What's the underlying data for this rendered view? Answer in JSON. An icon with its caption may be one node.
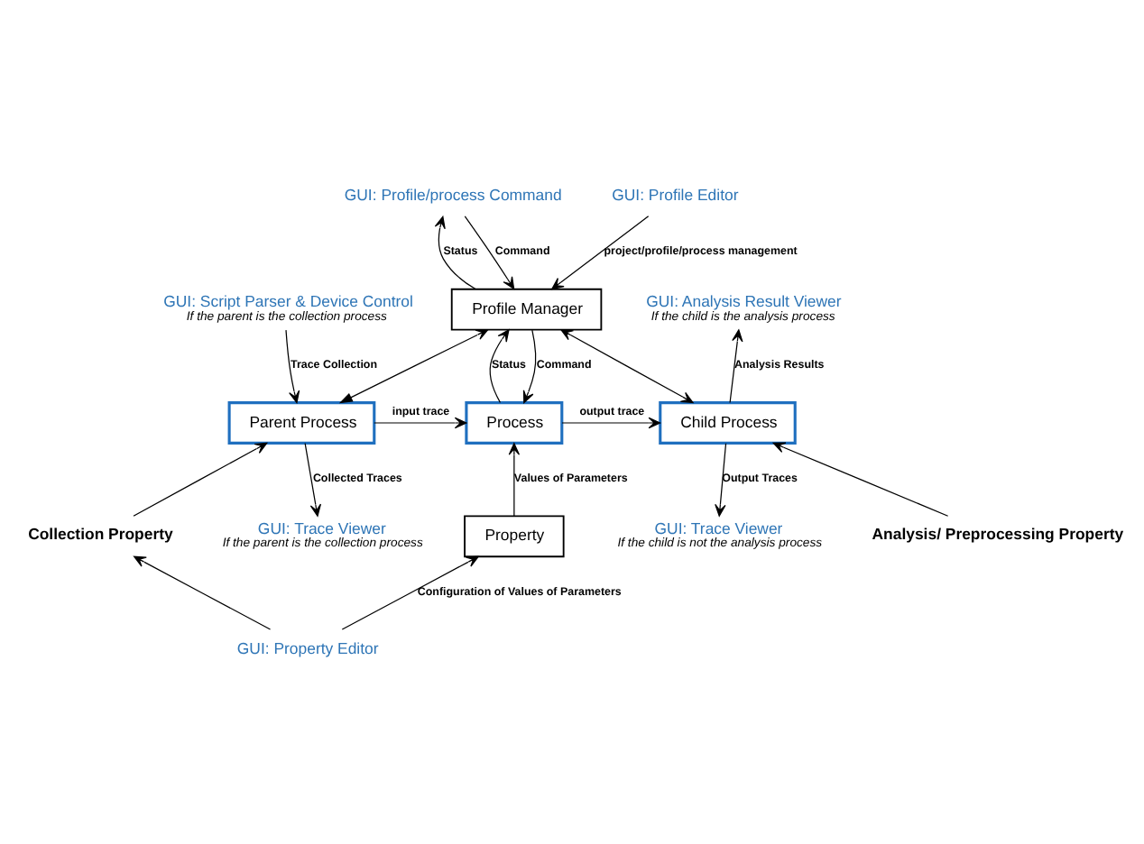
{
  "diagram": {
    "nodes": [
      {
        "text": [
          "GUI: Profile/process Command"
        ]
      },
      {
        "text": [
          "GUI: Profile Editor"
        ]
      },
      {
        "text": [
          "Profile Manager"
        ]
      },
      {
        "text": [
          "GUI: Script Parser & Device Control"
        ],
        "beside": [
          "If the parent is the collection process"
        ]
      },
      {
        "text": [
          "GUI: Analysis Result Viewer"
        ],
        "beside": [
          "If the child is the analysis process"
        ]
      },
      {
        "text": [
          "Parent Process"
        ]
      },
      {
        "text": [
          "Process"
        ]
      },
      {
        "text": [
          "Child Process"
        ]
      },
      {
        "text": [
          "GUI: Trace Viewer"
        ],
        "beside": [
          "If the parent is the collection process"
        ]
      },
      {
        "text": [
          "Collection Property"
        ]
      },
      {
        "text": [
          "Property"
        ]
      },
      {
        "text": [
          "Analysis/ Preprocessing Property"
        ]
      },
      {
        "text": [
          "GUI: Trace Viewer"
        ],
        "beside": [
          "If the child is not the analysis process"
        ]
      },
      {
        "text": [
          "GUI: Property Editor"
        ]
      }
    ],
    "edges": [
      {
        "from": 0,
        "to": 2,
        "arrow": "to",
        "label": "Command"
      },
      {
        "from": 2,
        "to": 0,
        "arrow": "to",
        "label": "Status"
      },
      {
        "from": 1,
        "to": 2,
        "arrow": "to",
        "label": "project/profile/process management"
      },
      {
        "from": 2,
        "to": 6,
        "arrow": "to",
        "label": "Command"
      },
      {
        "from": 6,
        "to": 2,
        "arrow": "to",
        "label": "Status"
      },
      {
        "from": 5,
        "to": 2,
        "arrow": "both"
      },
      {
        "from": 2,
        "to": 7,
        "arrow": "both"
      },
      {
        "from": 3,
        "to": 5,
        "arrow": "to",
        "label": "Trace Collection"
      },
      {
        "from": 7,
        "to": 4,
        "arrow": "to",
        "label": "Analysis Results"
      },
      {
        "from": 5,
        "to": 6,
        "arrow": "to",
        "label": "input trace"
      },
      {
        "from": 6,
        "to": 7,
        "arrow": "to",
        "label": "output trace"
      },
      {
        "from": 5,
        "to": 8,
        "arrow": "to",
        "label": "Collected Traces"
      },
      {
        "from": 9,
        "to": 5,
        "arrow": "to"
      },
      {
        "from": 10,
        "to": 6,
        "arrow": "to",
        "label": "Values of Parameters"
      },
      {
        "from": 13,
        "to": 10,
        "arrow": "to",
        "label": "Configuration of Values of Parameters"
      },
      {
        "from": 13,
        "to": 9,
        "arrow": "to"
      },
      {
        "from": 11,
        "to": 7,
        "arrow": "to"
      },
      {
        "from": 7,
        "to": 12,
        "arrow": "to",
        "label": "Output Traces"
      }
    ]
  }
}
